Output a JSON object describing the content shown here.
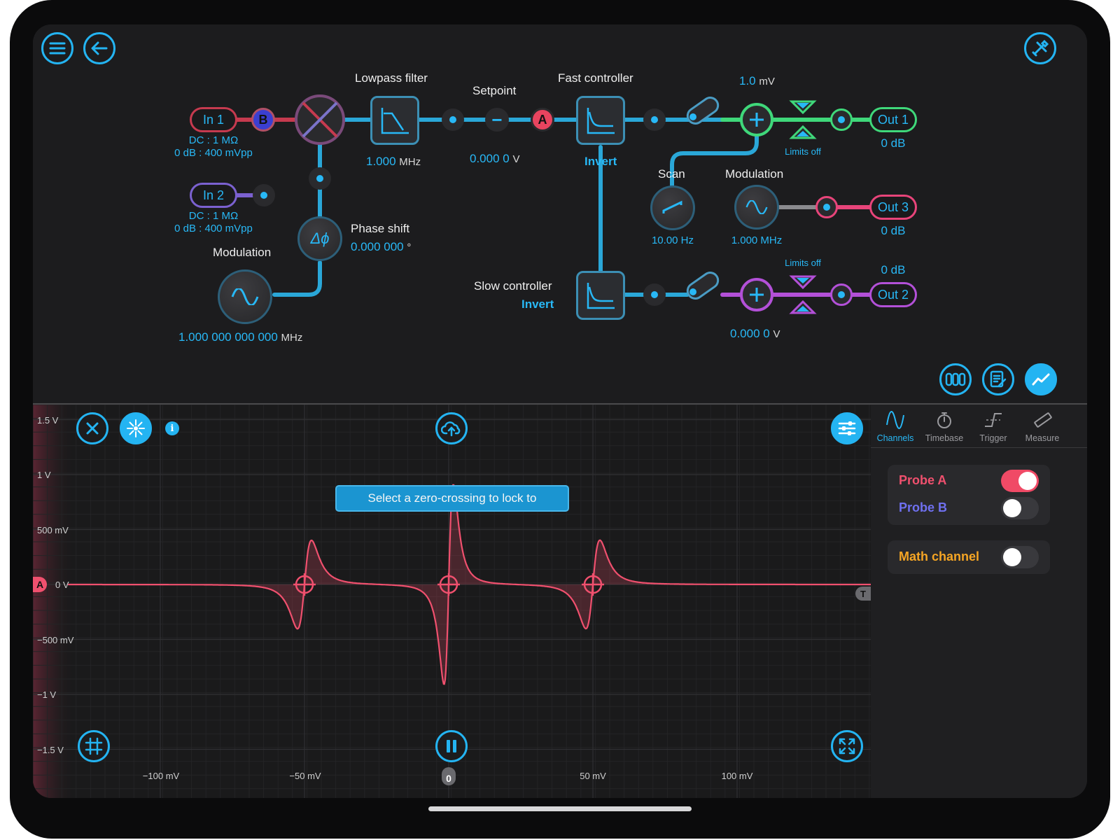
{
  "diagram": {
    "inputs": [
      {
        "label": "In 1",
        "coupling": "DC : 1 MΩ",
        "range": "0 dB : 400 mVpp"
      },
      {
        "label": "In 2",
        "coupling": "DC : 1 MΩ",
        "range": "0 dB : 400 mVpp"
      }
    ],
    "probe_b_marker": "B",
    "probe_a_marker": "A",
    "lowpass": {
      "title": "Lowpass filter",
      "value": "1.000",
      "unit": "MHz"
    },
    "setpoint": {
      "title": "Setpoint",
      "value": "0.000 0",
      "unit": "V"
    },
    "fast_controller": {
      "title": "Fast controller",
      "invert": "Invert"
    },
    "slow_controller": {
      "title": "Slow controller",
      "invert": "Invert"
    },
    "phase_shift": {
      "title": "Phase shift",
      "value": "0.000 000",
      "unit": "°",
      "symbol": "Δϕ"
    },
    "modulation_in": {
      "title": "Modulation",
      "value": "1.000 000 000 000",
      "unit": "MHz"
    },
    "scan": {
      "title": "Scan",
      "value": "10.00 Hz"
    },
    "modulation_out": {
      "title": "Modulation",
      "value": "1.000 MHz"
    },
    "offset_top": {
      "value": "1.0",
      "unit": "mV"
    },
    "offset_bottom": {
      "value": "0.000 0",
      "unit": "V"
    },
    "limits_top": "Limits off",
    "limits_bottom": "Limits off",
    "outputs": [
      {
        "label": "Out 1",
        "gain": "0 dB",
        "color": "#3fd87a"
      },
      {
        "label": "Out 3",
        "gain": "0 dB",
        "color": "#e8447a"
      },
      {
        "label": "Out 2",
        "gain": "0 dB",
        "color": "#b350d8"
      }
    ]
  },
  "scope": {
    "y_ticks": [
      "1.5 V",
      "1 V",
      "500 mV",
      "0 V",
      "−500 mV",
      "−1 V",
      "−1.5 V"
    ],
    "x_ticks": [
      "−100 mV",
      "−50 mV",
      "50 mV",
      "100 mV"
    ],
    "x_center_marker": "0",
    "channel_marker": "A",
    "trigger_marker": "T",
    "toast": "Select a zero-crossing to lock to",
    "trace_color": "#f0506e"
  },
  "panel": {
    "tabs": [
      {
        "label": "Channels",
        "icon": "sine-wave-icon",
        "active": true
      },
      {
        "label": "Timebase",
        "icon": "stopwatch-icon",
        "active": false
      },
      {
        "label": "Trigger",
        "icon": "trigger-edge-icon",
        "active": false
      },
      {
        "label": "Measure",
        "icon": "ruler-icon",
        "active": false
      }
    ],
    "channels": [
      {
        "label": "Probe A",
        "enabled": true,
        "color": "#f0506e"
      },
      {
        "label": "Probe B",
        "enabled": false,
        "color": "#6f70f0"
      }
    ],
    "math": {
      "label": "Math channel",
      "enabled": false,
      "color": "#f5a524"
    }
  }
}
